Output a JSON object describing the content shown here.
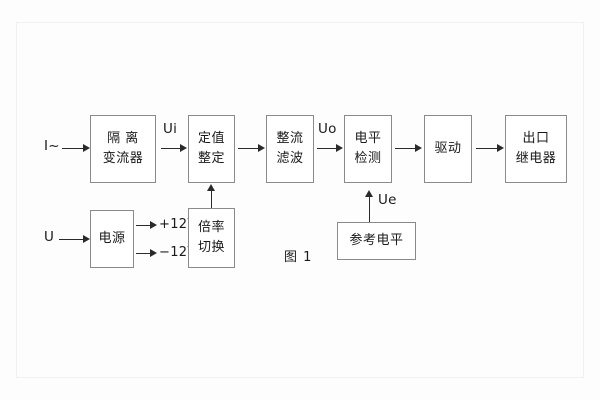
{
  "figure": {
    "caption": "图 1",
    "inputs": {
      "current": "I~",
      "voltage": "U"
    },
    "signal_labels": {
      "ui": "Ui",
      "uo": "Uo",
      "ue": "Ue"
    },
    "power_rails": {
      "positive": "+12V",
      "negative": "−12V"
    },
    "blocks": [
      {
        "id": "isolation",
        "line1": "隔 离",
        "line2": "变流器"
      },
      {
        "id": "setting",
        "line1": "定值",
        "line2": "整定"
      },
      {
        "id": "rectifier",
        "line1": "整流",
        "line2": "滤波"
      },
      {
        "id": "level-detect",
        "line1": "电平",
        "line2": "检测"
      },
      {
        "id": "driver",
        "line1": "驱动",
        "line2": ""
      },
      {
        "id": "output-relay",
        "line1": "出口",
        "line2": "继电器"
      },
      {
        "id": "power-supply",
        "line1": "电源",
        "line2": ""
      },
      {
        "id": "multiplier",
        "line1": "倍率",
        "line2": "切换"
      },
      {
        "id": "reference",
        "line1": "参考电平",
        "line2": ""
      }
    ],
    "colors": {
      "box_border": "#8a8a8a",
      "line": "#2a2a2a",
      "text": "#1a1a1a",
      "background": "#fdfdfd"
    }
  }
}
